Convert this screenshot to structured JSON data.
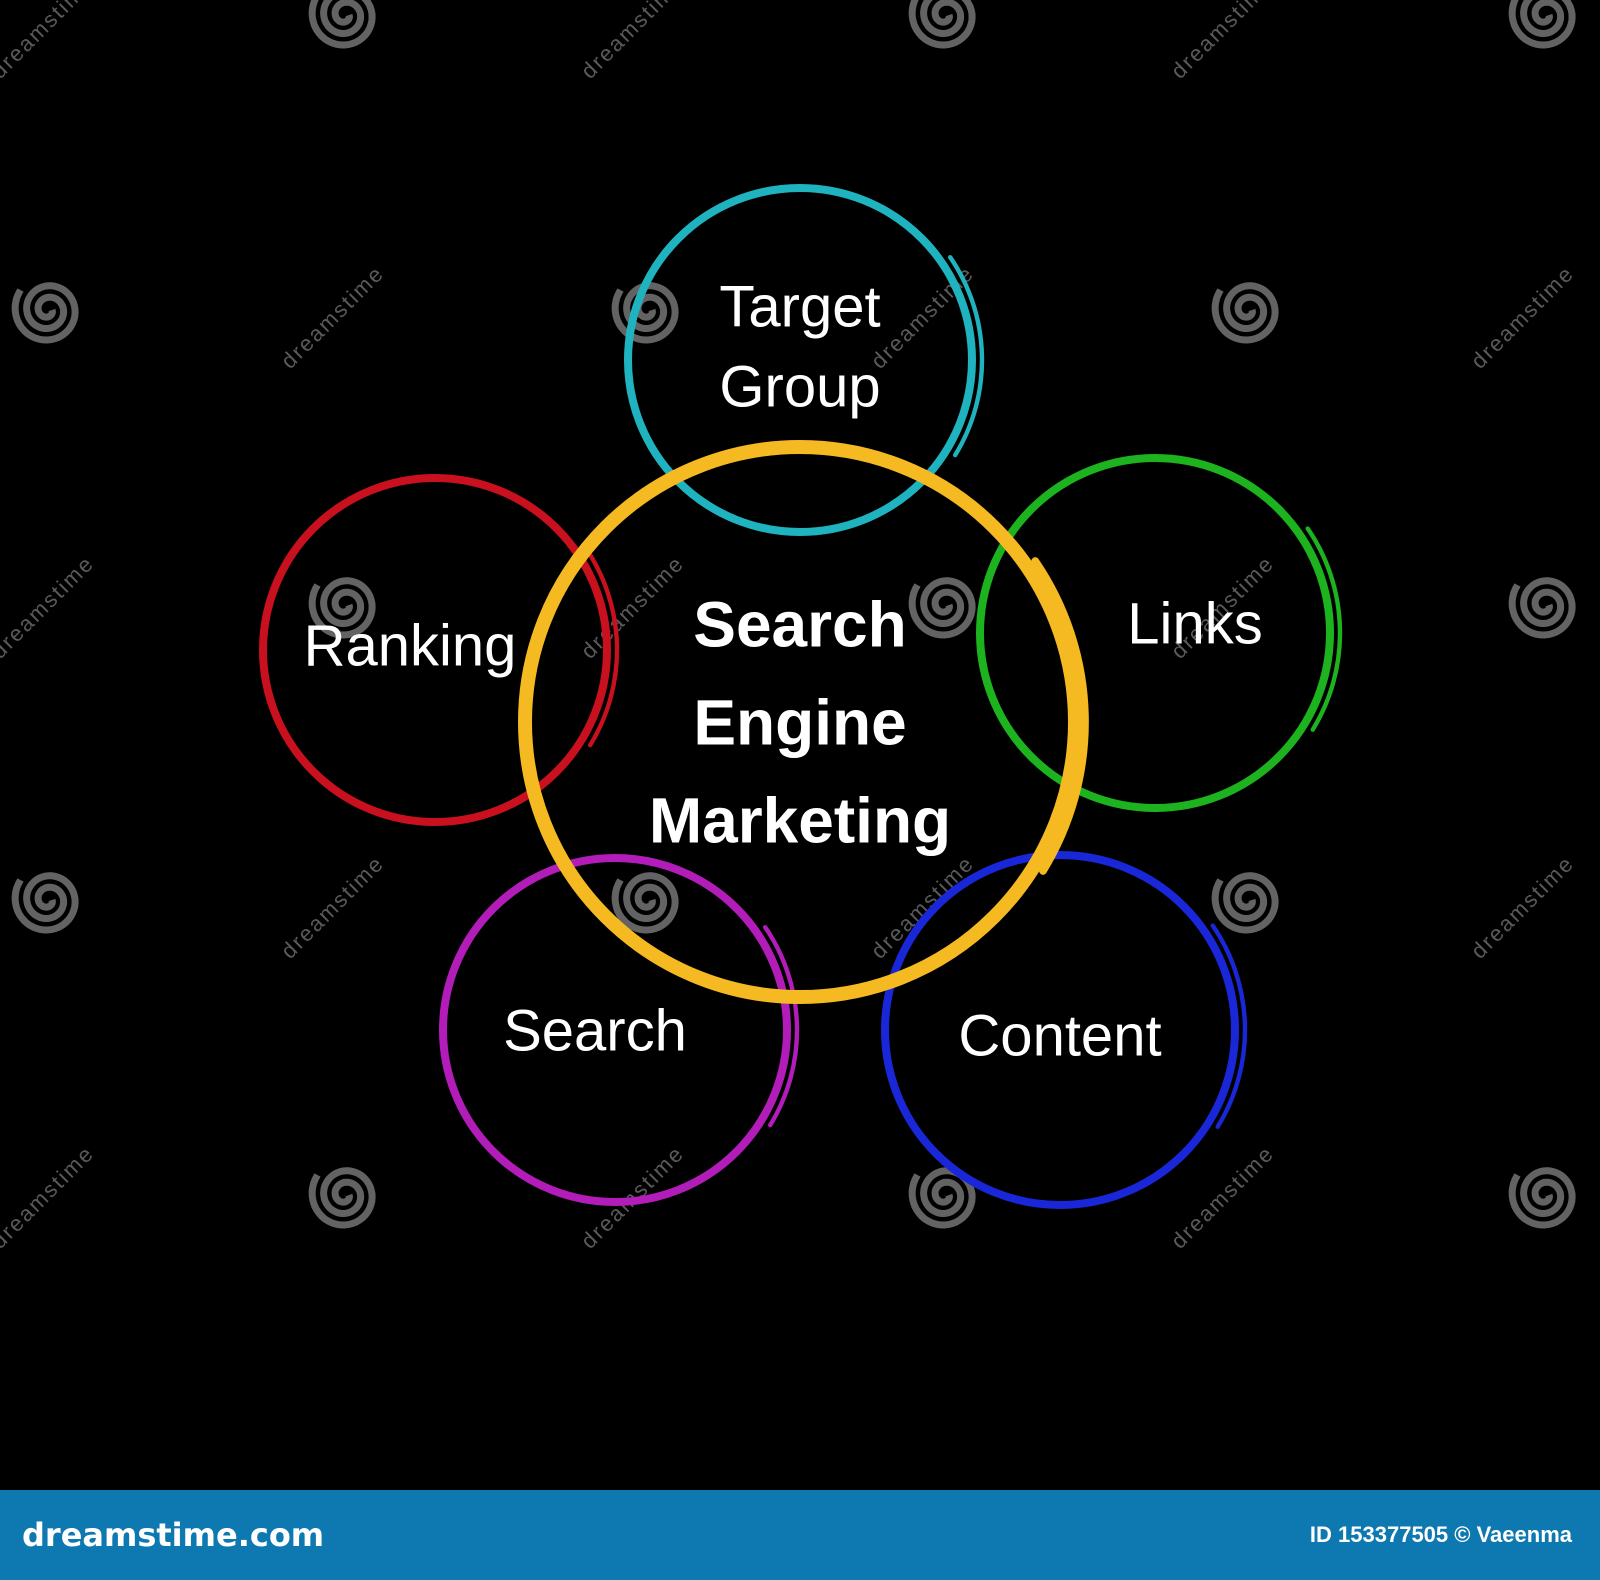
{
  "center": {
    "lines": [
      "Search",
      "Engine",
      "Marketing"
    ],
    "color": "#f5b922"
  },
  "satellites": [
    {
      "id": "target-group",
      "lines": [
        "Target",
        "Group"
      ],
      "color": "#1fb3bf"
    },
    {
      "id": "links",
      "lines": [
        "Links"
      ],
      "color": "#1db31f"
    },
    {
      "id": "content",
      "lines": [
        "Content"
      ],
      "color": "#1a27d8"
    },
    {
      "id": "search",
      "lines": [
        "Search"
      ],
      "color": "#b21cb8"
    },
    {
      "id": "ranking",
      "lines": [
        "Ranking"
      ],
      "color": "#c8101e"
    }
  ],
  "watermark": {
    "spiral_icon": "dreamstime-spiral-icon",
    "text": "dreamstime"
  },
  "footer": {
    "logo": "dreamstime.com",
    "credit": "ID 153377505 © Vaeenma",
    "background": "#0e78b0"
  }
}
